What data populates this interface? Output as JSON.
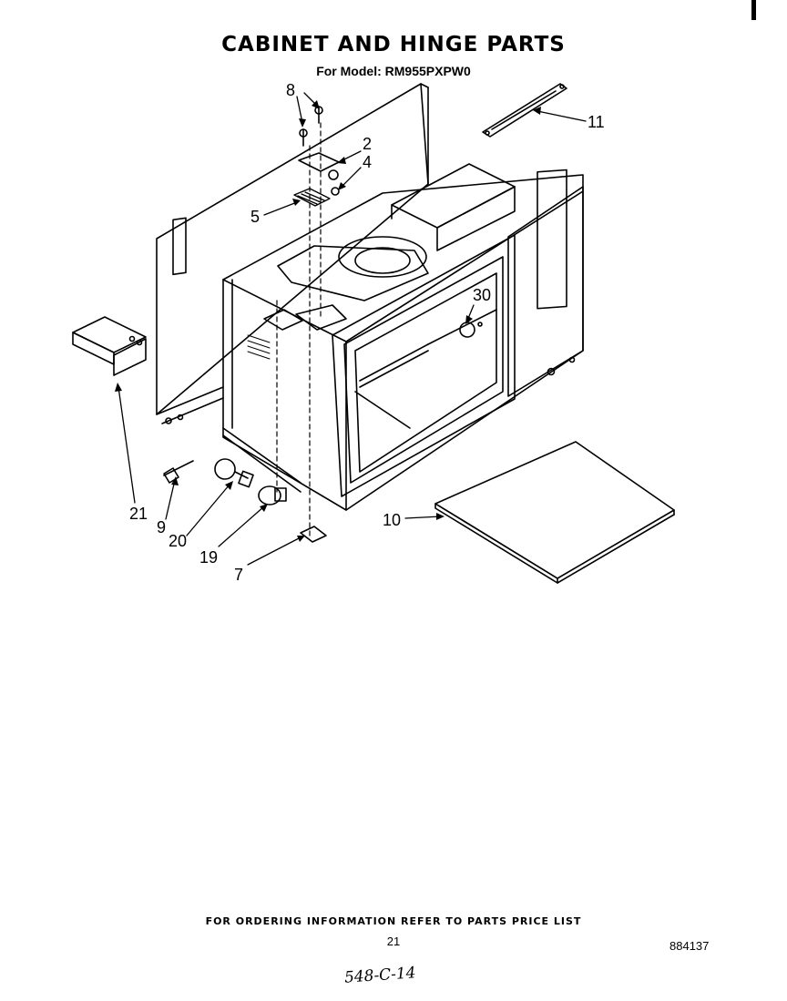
{
  "header": {
    "title": "CABINET AND HINGE PARTS",
    "subtitle": "For Model: RM955PXPW0"
  },
  "callouts": [
    "8",
    "2",
    "4",
    "5",
    "11",
    "30",
    "21",
    "9",
    "20",
    "19",
    "7",
    "10"
  ],
  "footer": {
    "ordering_note": "FOR ORDERING INFORMATION REFER TO PARTS PRICE LIST",
    "page_number": "21",
    "document_number": "884137",
    "handwritten_note": "548-C-14"
  }
}
